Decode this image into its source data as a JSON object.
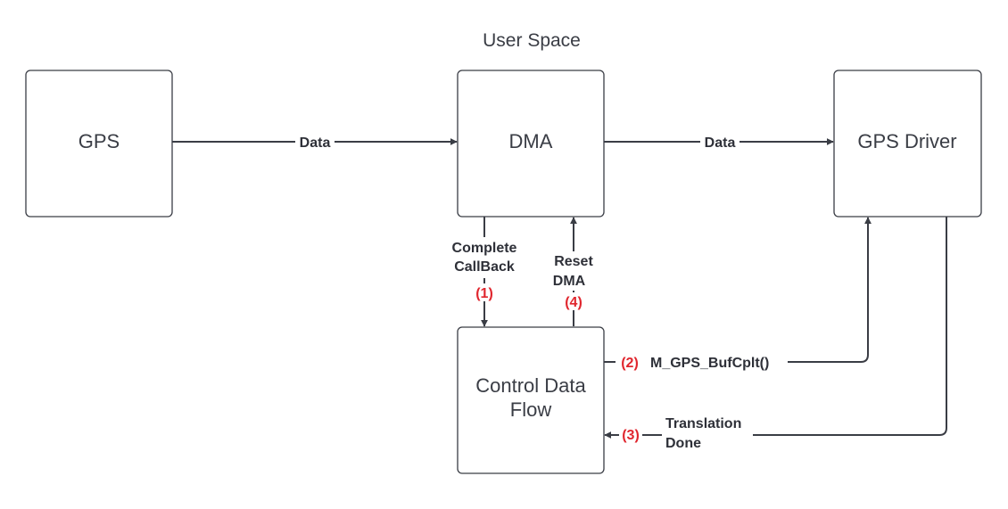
{
  "title": "User Space",
  "nodes": {
    "gps": "GPS",
    "dma": "DMA",
    "gps_driver": "GPS Driver",
    "control": {
      "line1": "Control Data",
      "line2": "Flow"
    }
  },
  "edges": {
    "gps_to_dma": "Data",
    "dma_to_driver": "Data",
    "complete_callback": {
      "line1": "Complete",
      "line2": "CallBack",
      "step": "(1)"
    },
    "buf_cplt": {
      "step": "(2)",
      "label": "M_GPS_BufCplt()"
    },
    "translation_done": {
      "step": "(3)",
      "line1": "Translation",
      "line2": "Done"
    },
    "reset_dma": {
      "line1": "Reset",
      "line2": "DMA",
      "step": "(4)"
    }
  },
  "colors": {
    "stroke": "#3a3d45",
    "step_red": "#e0262e",
    "text": "#2e3038"
  }
}
